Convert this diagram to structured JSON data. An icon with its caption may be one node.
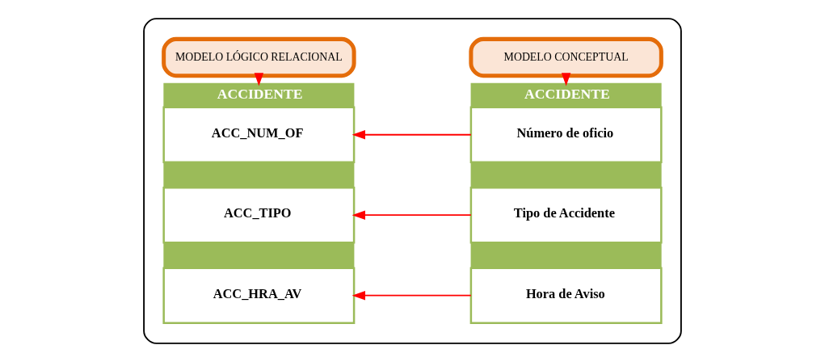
{
  "diagram": {
    "nodes": [
      {
        "text": [],
        "shape": "box"
      },
      {
        "text": [
          "MODELO CONCEPTUAL"
        ],
        "in": 0
      },
      {
        "text": [
          "MODELO LÓGICO RELACIONAL"
        ],
        "in": 0
      },
      {
        "text": [
          "ACCIDENTE"
        ],
        "in": 0
      },
      {
        "text": [
          "Número de oficio"
        ],
        "in": 3
      },
      {
        "text": [
          "Tipo de Accidente"
        ],
        "in": 3
      },
      {
        "text": [
          "Hora de Aviso"
        ],
        "in": 3
      },
      {
        "text": [
          "ACCIDENTE"
        ],
        "in": 0
      },
      {
        "text": [
          "ACC_NUM_OF"
        ],
        "in": 7
      },
      {
        "text": [
          "ACC_TIPO"
        ],
        "in": 7
      },
      {
        "text": [
          "ACC_HRA_AV"
        ],
        "in": 7
      }
    ],
    "edges": [
      {
        "from": 1,
        "to": 3,
        "arrow": "to"
      },
      {
        "from": 2,
        "to": 7,
        "arrow": "to"
      },
      {
        "from": 4,
        "to": 8,
        "arrow": "to"
      },
      {
        "from": 5,
        "to": 9,
        "arrow": "to"
      },
      {
        "from": 6,
        "to": 10,
        "arrow": "to"
      }
    ]
  }
}
